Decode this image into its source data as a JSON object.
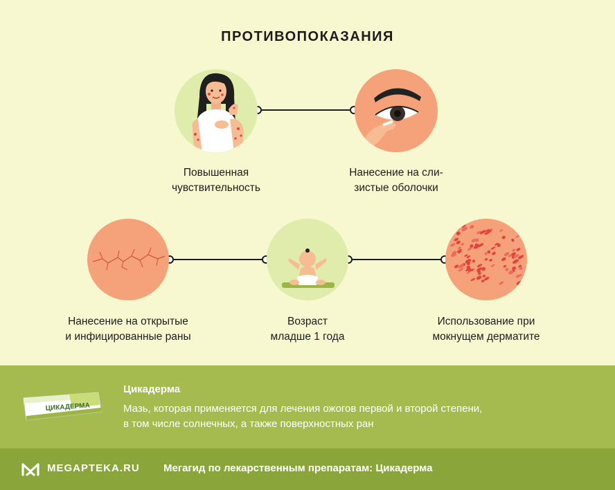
{
  "title": "ПРОТИВОПОКАЗАНИЯ",
  "items": [
    {
      "line1": "Повышенная",
      "line2": "чувствительность",
      "icon": "woman-rash-icon"
    },
    {
      "line1": "Нанесение на сли-",
      "line2": "зистые оболочки",
      "icon": "eye-icon"
    },
    {
      "line1": "Нанесение на открытые",
      "line2": "и инфицированные раны",
      "icon": "cracked-skin-icon"
    },
    {
      "line1": "Возраст",
      "line2": "младше 1 года",
      "icon": "baby-icon"
    },
    {
      "line1": "Использование при",
      "line2": "мокнущем дерматите",
      "icon": "dermatitis-rash-icon"
    }
  ],
  "product": {
    "name": "Цикадерма",
    "desc1": "Мазь, которая применяется для лечения ожогов первой и второй степени,",
    "desc2": "в том числе солнечных, а также поверхностных ран",
    "package_label": "ЦИКАДЕРМА"
  },
  "footer": {
    "brand": "MEGAPTEKA.RU",
    "text": "Мегагид по лекарственным препаратам: Цикадерма"
  },
  "colors": {
    "background": "#f7f8cf",
    "band": "#a6bb4f",
    "footer": "#8aa63a",
    "skin": "#f5a27a",
    "rash": "#e2443c"
  }
}
